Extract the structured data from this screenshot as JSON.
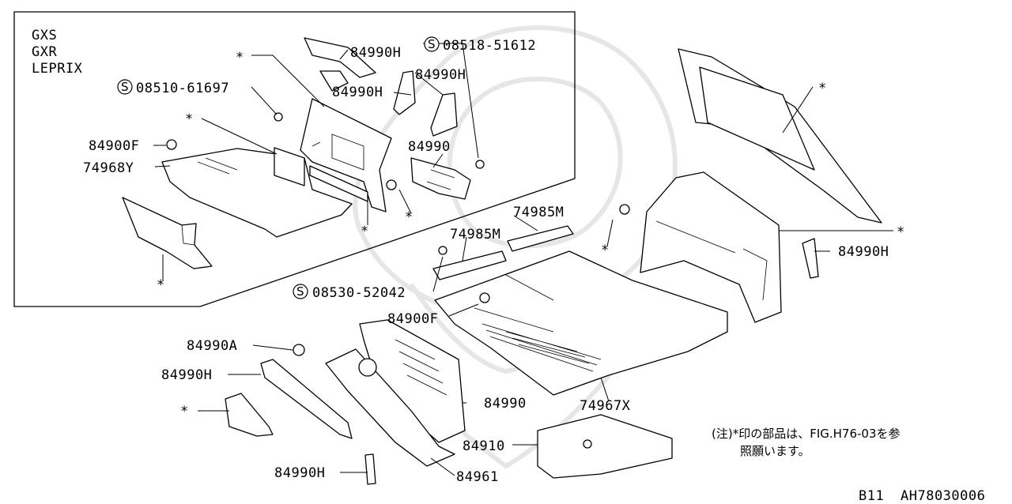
{
  "inset": {
    "models": [
      "GXS",
      "GXR",
      "LEPRIX"
    ]
  },
  "labels": {
    "p_84990H_a": "84990H",
    "p_08518": "08518-51612",
    "p_08510": "08510-61697",
    "p_84990H_b": "84990H",
    "p_84990H_c": "84990H",
    "p_84900F_a": "84900F",
    "p_74968Y": "74968Y",
    "p_84990_a": "84990",
    "p_74985M_a": "74985M",
    "p_74985M_b": "74985M",
    "p_84990H_d": "84990H",
    "p_08530": "08530-52042",
    "p_84900F_b": "84900F",
    "p_84990A": "84990A",
    "p_84990H_e": "84990H",
    "p_84990_b": "84990",
    "p_74967X": "74967X",
    "p_84910": "84910",
    "p_84990H_f": "84990H",
    "p_84961": "84961"
  },
  "screw_marker": "S",
  "asterisk": "*",
  "note": {
    "line1": "(注)*印の部品は、FIG.H76-03を参",
    "line2": "照願います。"
  },
  "footer": {
    "model_code": "B11",
    "figure_id": "AH78030006"
  }
}
